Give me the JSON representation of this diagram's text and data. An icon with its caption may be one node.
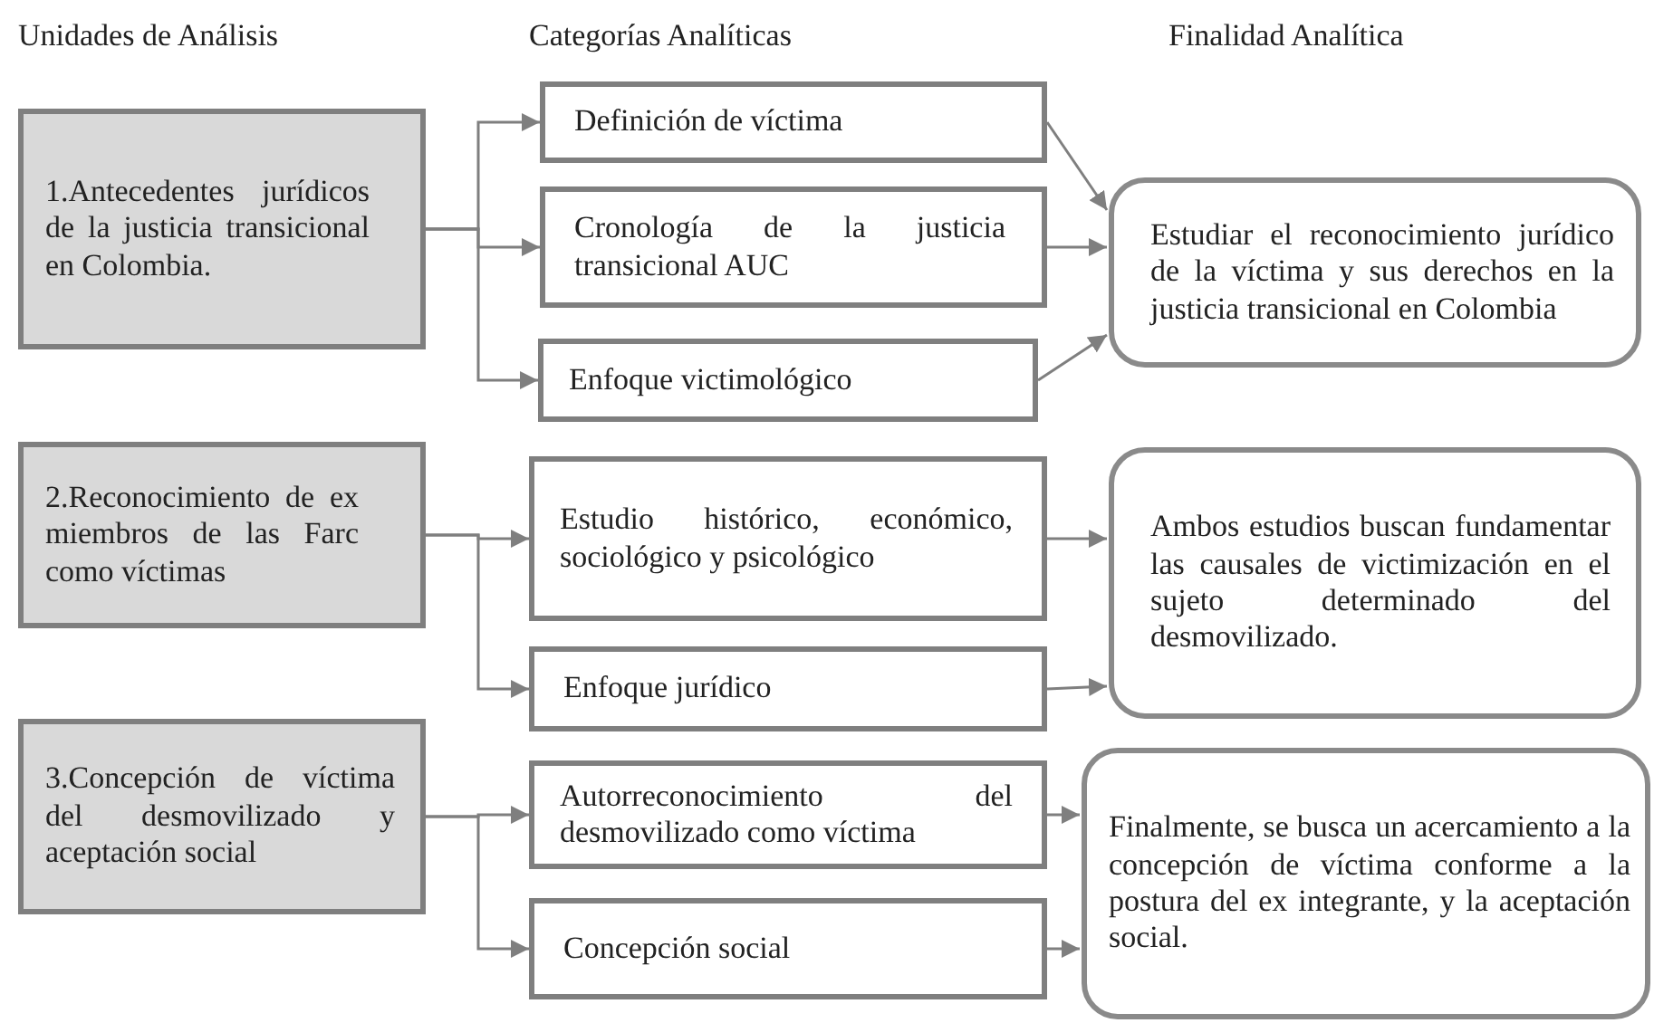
{
  "diagram": {
    "nodes": [
      {
        "text": [
          "1.Antecedentes jurídicos de la justicia transicional en Colombia."
        ]
      },
      {
        "text": [
          "Definición de víctima"
        ]
      },
      {
        "text": [
          "Cronología de la justicia transicional AUC"
        ]
      },
      {
        "text": [
          "Enfoque victimológico"
        ]
      },
      {
        "text": [
          "Estudiar el reconocimiento jurídico de la víctima y sus derechos en la justicia transicional en Colombia"
        ]
      },
      {
        "text": [
          "2.Reconocimiento de ex miembros de las Farc como víctimas"
        ]
      },
      {
        "text": [
          "Estudio histórico, económico, sociológico y psicológico"
        ]
      },
      {
        "text": [
          "Enfoque jurídico"
        ]
      },
      {
        "text": [
          "Ambos estudios buscan fundamentar las causales de victimización en el sujeto determinado del desmovilizado."
        ]
      },
      {
        "text": [
          "3.Concepción de víctima del desmovilizado y aceptación social"
        ]
      },
      {
        "text": [
          "Autorreconocimiento del desmovilizado como víctima"
        ]
      },
      {
        "text": [
          "Concepción social"
        ]
      },
      {
        "text": [
          "Finalmente, se busca un acercamiento a la concepción de víctima conforme a la postura del ex integrante, y la aceptación social."
        ]
      }
    ],
    "edges": [
      {
        "from": 0,
        "to": 1,
        "arrow": "to"
      },
      {
        "from": 0,
        "to": 2,
        "arrow": "to"
      },
      {
        "from": 0,
        "to": 3,
        "arrow": "to"
      },
      {
        "from": 1,
        "to": 4,
        "arrow": "to"
      },
      {
        "from": 2,
        "to": 4,
        "arrow": "to"
      },
      {
        "from": 3,
        "to": 4,
        "arrow": "to"
      },
      {
        "from": 5,
        "to": 6,
        "arrow": "to"
      },
      {
        "from": 5,
        "to": 7,
        "arrow": "to"
      },
      {
        "from": 6,
        "to": 8,
        "arrow": "to"
      },
      {
        "from": 7,
        "to": 8,
        "arrow": "to"
      },
      {
        "from": 9,
        "to": 10,
        "arrow": "to"
      },
      {
        "from": 9,
        "to": 11,
        "arrow": "to"
      },
      {
        "from": 10,
        "to": 12,
        "arrow": "to"
      },
      {
        "from": 11,
        "to": 12,
        "arrow": "to"
      }
    ],
    "labels": [
      "Unidades de Análisis",
      "Categorías Analíticas",
      "Finalidad Analítica"
    ]
  }
}
